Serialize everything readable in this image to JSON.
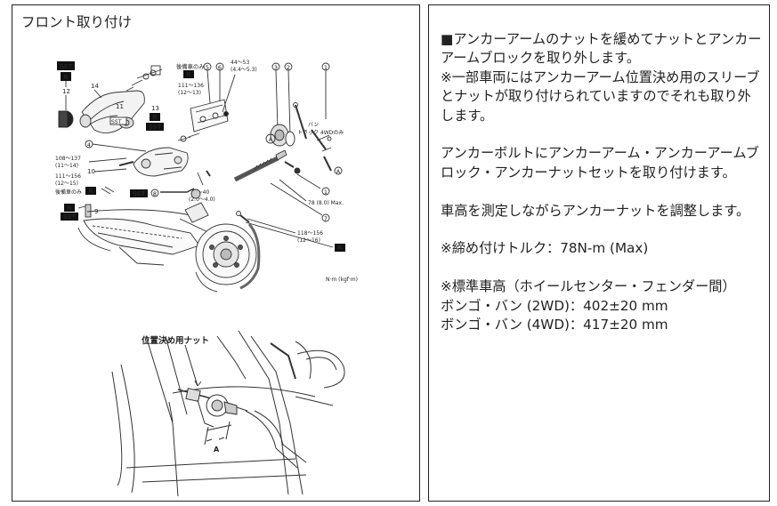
{
  "left": {
    "title": "フロント取り付け",
    "diagram": {
      "badges": {
        "sst_top": "SST",
        "r_top": "R",
        "r_mid": "R",
        "sst_13a": "SST",
        "r_13": "R",
        "sst_13b": "SST",
        "r_side": "R",
        "sst_8": "SST",
        "r_left": "R",
        "sst_left": "SST",
        "r_bottom": "R"
      },
      "numbers": {
        "n12": "12",
        "n14": "14",
        "n11": "11",
        "n13": "13",
        "n10": "10",
        "n4": "4",
        "n5": "5",
        "n6": "6",
        "n3": "3",
        "n2": "2",
        "n1_top": "1",
        "n1_bot": "1",
        "n7": "7",
        "n8": "8",
        "n9": "9",
        "a1": "A",
        "a2": "A"
      },
      "labels": {
        "replace_only_top": "後備車のみ",
        "torque_44": "44～53",
        "torque_44_kgf": "(4.4～5.3)",
        "torque_111_top": "111～136",
        "torque_111_top_kgf": "(12～13)",
        "van_truck": "バン",
        "truck_4wd": "トラック 4WDのみ",
        "torque_108": "108～137",
        "torque_108_kgf": "(11～14)",
        "torque_111_left": "111～156",
        "torque_111_left_kgf": "(12～15)",
        "replace_only_left": "後備車のみ",
        "torque_20": "20～40",
        "torque_20_kgf": "(2.0～4.0)",
        "torque_78": "78 (8.0) Max.",
        "torque_118": "118～156",
        "torque_118_kgf": "(12～16)",
        "unit": "N·m (kgf·m)",
        "position_nut": "位置決め用ナット",
        "bottom_a": "A"
      }
    }
  },
  "right": {
    "paragraphs": [
      "■アンカーアームのナットを緩めてナットとアンカーアームブロックを取り外します。",
      "※一部車両にはアンカーアーム位置決め用のスリーブとナットが取り付けられていますのでそれも取り外します。",
      "アンカーボルトにアンカーアーム・アンカーアームブロック・アンカーナットセットを取り付けます。",
      "車高を測定しながらアンカーナットを調整します。",
      "※締め付けトルク：78N-m (Max)"
    ],
    "spec_title": "※標準車高（ホイールセンター・フェンダー間）",
    "specs": [
      "ボンゴ・バン (2WD)：402±20 mm",
      "ボンゴ・バン (4WD)：417±20 mm"
    ]
  }
}
